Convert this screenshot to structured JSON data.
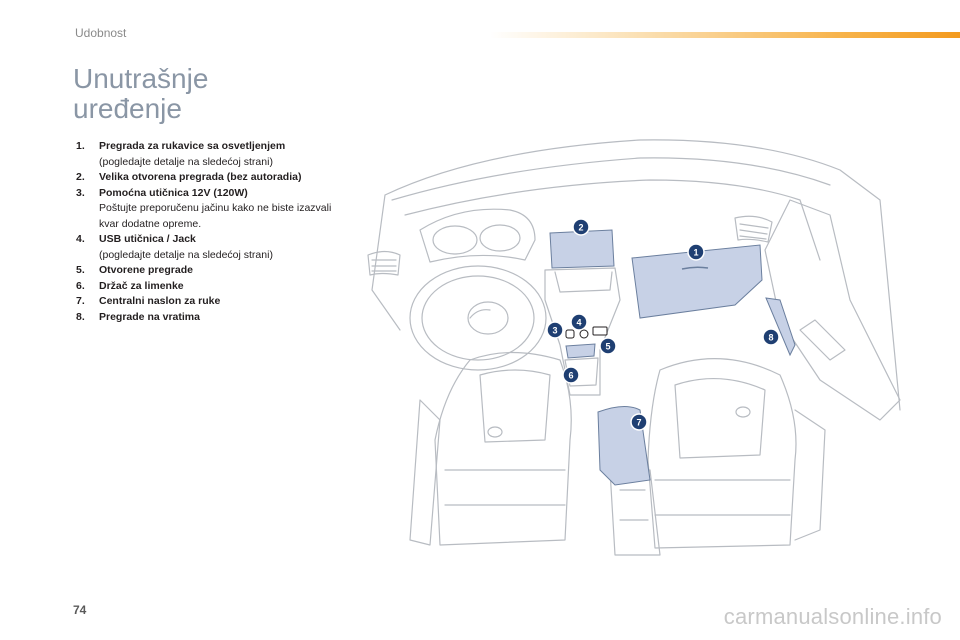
{
  "header": {
    "section": "Udobnost",
    "title_line1": "Unutrašnje",
    "title_line2": "uređenje"
  },
  "items": [
    {
      "num": "1.",
      "title": "Pregrada za rukavice sa osvetljenjem",
      "note": "(pogledajte detalje na sledećoj strani)"
    },
    {
      "num": "2.",
      "title": "Velika otvorena pregrada (bez autoradia)",
      "note": ""
    },
    {
      "num": "3.",
      "title": "Pomoćna utičnica 12V (120W)",
      "note": "Poštujte preporučenu jačinu kako ne biste izazvali kvar dodatne opreme."
    },
    {
      "num": "4.",
      "title": "USB utičnica / Jack",
      "note": "(pogledajte detalje na sledećoj strani)"
    },
    {
      "num": "5.",
      "title": "Otvorene pregrade",
      "note": ""
    },
    {
      "num": "6.",
      "title": "Držač za limenke",
      "note": ""
    },
    {
      "num": "7.",
      "title": "Centralni naslon za ruke",
      "note": ""
    },
    {
      "num": "8.",
      "title": "Pregrade na vratima",
      "note": ""
    }
  ],
  "callouts": [
    "1",
    "2",
    "3",
    "4",
    "5",
    "6",
    "7",
    "8"
  ],
  "colors": {
    "callout_fill": "#1f3f72",
    "highlight_fill": "#c7d1e6",
    "line_art": "#b8bcc2",
    "accent": "#f39a1e"
  },
  "footer": {
    "page_number": "74",
    "watermark": "carmanualsonline.info"
  }
}
